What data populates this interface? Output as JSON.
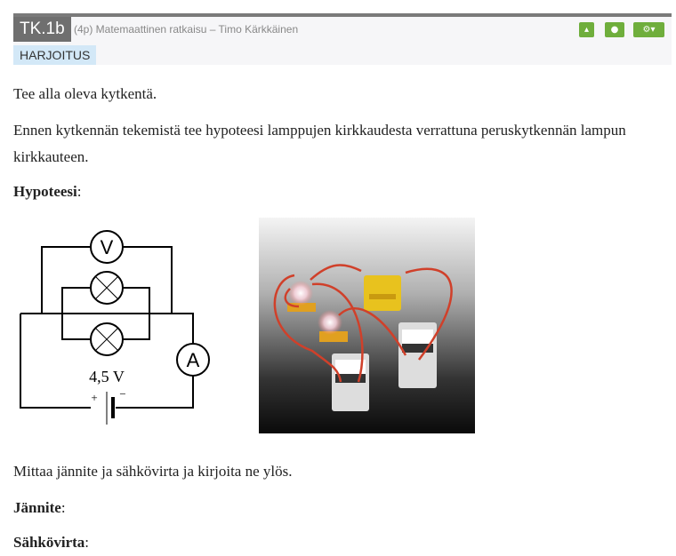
{
  "header": {
    "code": "TK.1b",
    "subtitle": "(4p) Matemaattinen ratkaisu – Timo Kärkkäinen",
    "tag": "HARJOITUS",
    "buttons": [
      "collapse",
      "comments",
      "settings"
    ]
  },
  "content": {
    "p1": "Tee alla oleva kytkentä.",
    "p2": "Ennen kytkennän tekemistä tee hypoteesi lamppujen kirkkaudesta verrattuna peruskytkennän lampun kirkkauteen.",
    "hyp_label": "Hypoteesi",
    "p3": "Mittaa jännite ja sähkövirta ja kirjoita ne ylös.",
    "voltage_label": "Jännite",
    "current_label": "Sähkövirta",
    "colon": ":"
  },
  "diagram": {
    "voltmeter": "V",
    "ammeter": "A",
    "battery_voltage": "4,5 V",
    "plus": "+",
    "minus": "−"
  },
  "colors": {
    "accent": "#6fae3c",
    "tag_bg": "#d3e8f7"
  }
}
